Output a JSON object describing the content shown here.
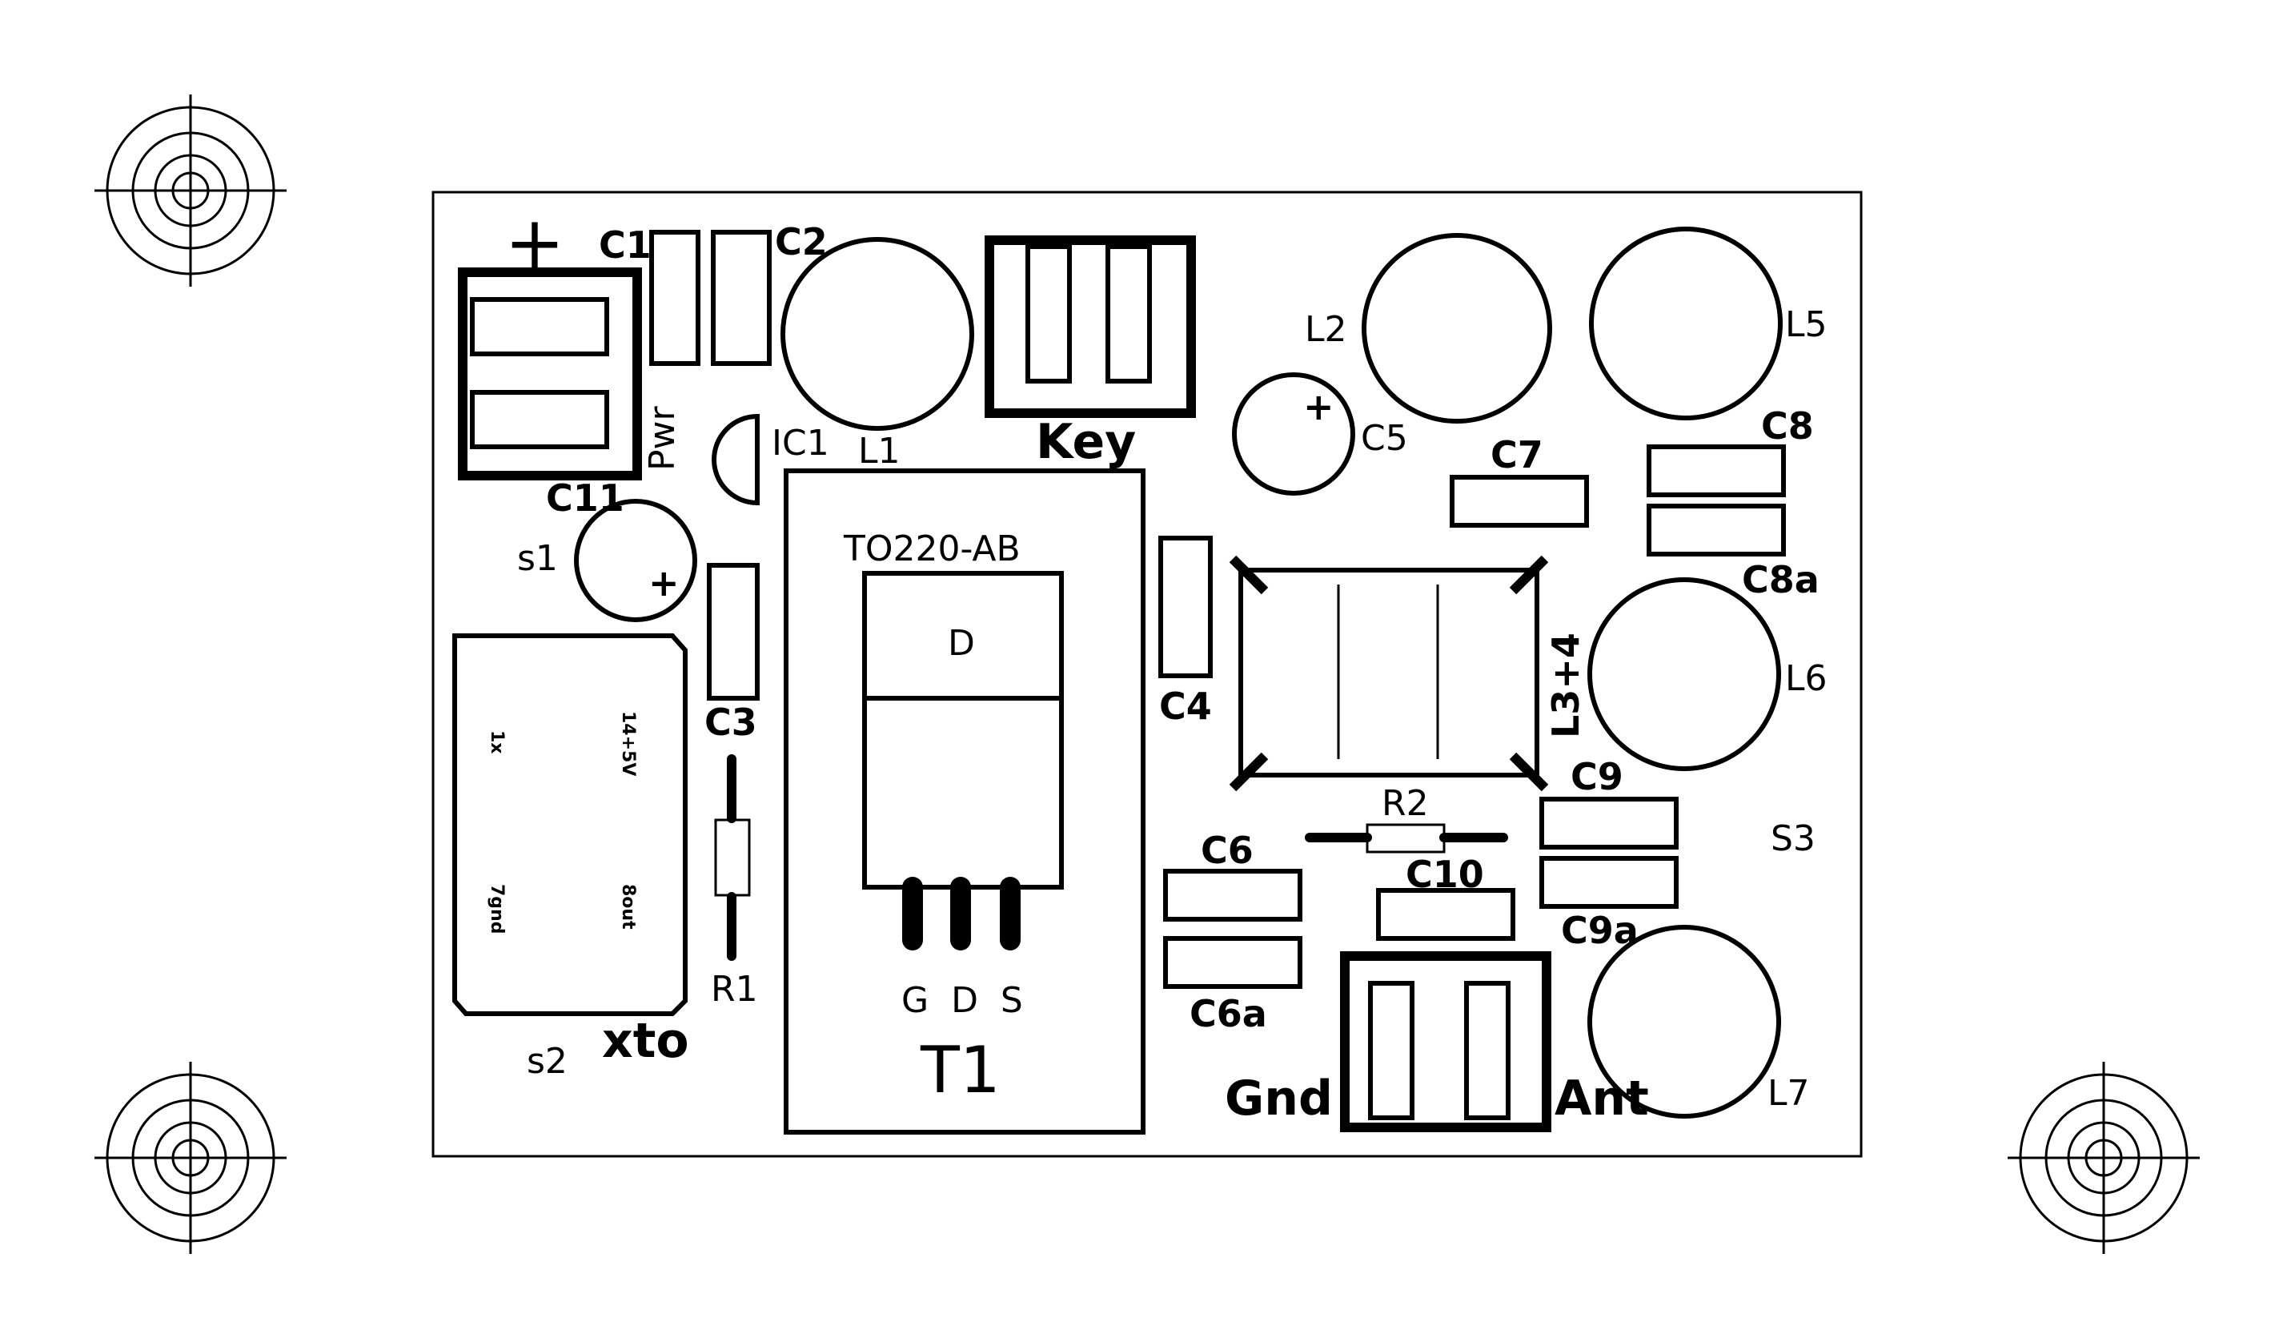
{
  "labels": {
    "plus_sign": "+",
    "c1": "C1",
    "c2": "C2",
    "c3": "C3",
    "c4": "C4",
    "c5": "C5",
    "c6": "C6",
    "c6a": "C6a",
    "c7": "C7",
    "c8": "C8",
    "c8a": "C8a",
    "c9": "C9",
    "c9a": "C9a",
    "c10": "C10",
    "c11": "C11",
    "l1": "L1",
    "l2": "L2",
    "l34": "L3+4",
    "l5": "L5",
    "l6": "L6",
    "l7": "L7",
    "ic1": "IC1",
    "pwr": "Pwr",
    "key": "Key",
    "s1": "s1",
    "s2": "s2",
    "s3": "S3",
    "r1": "R1",
    "r2": "R2",
    "xto": "xto",
    "to220": "TO220-AB",
    "d": "D",
    "gds": "G  D  S",
    "t1": "T1",
    "gnd": "Gnd",
    "ant": "Ant",
    "xto_pin_1x": "1x",
    "xto_pin_145v": "14+5V",
    "xto_pin_7gnd": "7gnd",
    "xto_pin_8out": "8out",
    "cap_plus": "+"
  }
}
